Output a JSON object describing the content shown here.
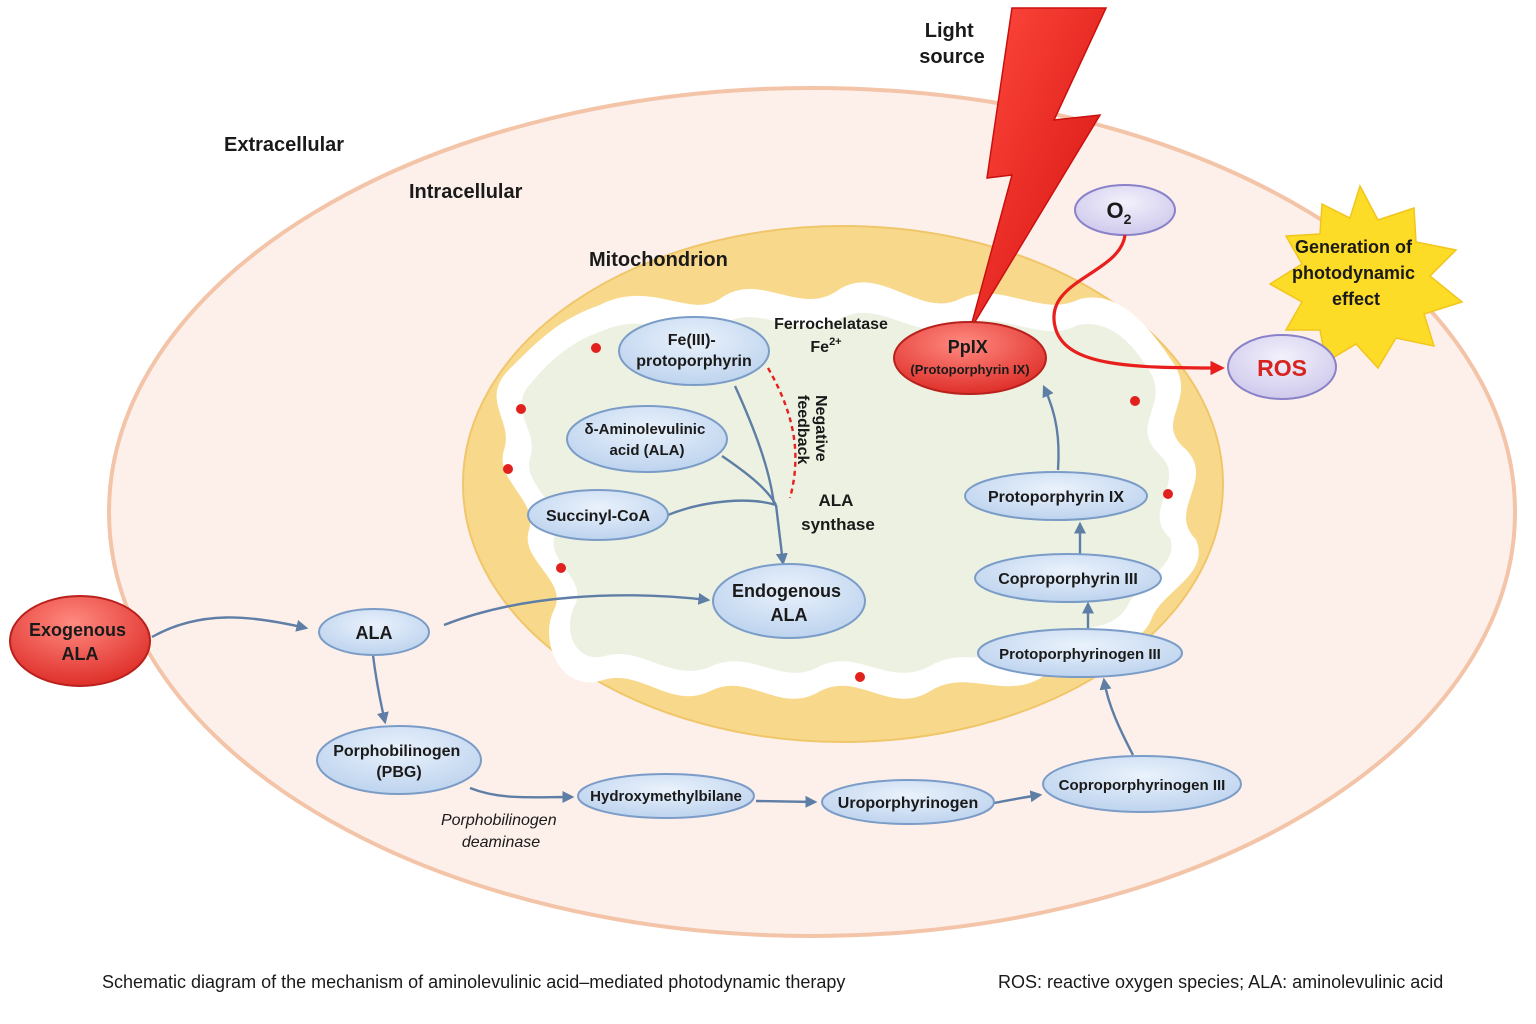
{
  "labels": {
    "extracellular": "Extracellular",
    "intracellular": "Intracellular",
    "mitochondrion": "Mitochondrion",
    "light_source_1": "Light",
    "light_source_2": "source"
  },
  "nodes": {
    "exogenous_ala_1": "Exogenous",
    "exogenous_ala_2": "ALA",
    "ala": "ALA",
    "pbg_1": "Porphobilinogen",
    "pbg_2": "(PBG)",
    "hydroxymethylbilane": "Hydroxymethylbilane",
    "uroporphyrinogen": "Uroporphyrinogen",
    "coproporphyrinogen": "Coproporphyrinogen III",
    "protoporphyrinogen": "Protoporphyrinogen III",
    "coproporphyrin": "Coproporphyrin III",
    "protoporphyrin": "Protoporphyrin IX",
    "ppix_1": "PpIX",
    "ppix_2": "(Protoporphyrin IX)",
    "endogenous_ala_1": "Endogenous",
    "endogenous_ala_2": "ALA",
    "succinyl_coa": "Succinyl-CoA",
    "d_ala_1": "δ-Aminolevulinic",
    "d_ala_2": "acid (ALA)",
    "fe3_1": "Fe(III)-",
    "fe3_2": "protoporphyrin",
    "o2": "O",
    "o2_sub": "2",
    "ros": "ROS",
    "generation_1": "Generation of",
    "generation_2": "photodynamic",
    "generation_3": "effect"
  },
  "annotations": {
    "ferrochelatase": "Ferrochelatase",
    "fe2": "Fe",
    "fe2_sup": "2+",
    "negative_1": "Negative",
    "negative_2": "feedback",
    "ala_synthase_1": "ALA",
    "ala_synthase_2": "synthase",
    "pbg_deaminase_1": "Porphobilinogen",
    "pbg_deaminase_2": "deaminase"
  },
  "captions": {
    "main": "Schematic diagram of the mechanism of aminolevulinic acid–mediated photodynamic therapy",
    "abbreviations": "ROS: reactive oxygen species; ALA: aminolevulinic acid"
  },
  "colors": {
    "cell_fill": "#fdf0ea",
    "cell_stroke": "#f3c4a8",
    "mito_fill": "#f8d98c",
    "matrix_fill": "#ecf1e2",
    "node_fill": "#cfe0f4",
    "node_stroke": "#7b9cc7",
    "red_node": "#e8413c",
    "arrow": "#5f7ea6",
    "lightning": "#e81f1c",
    "starburst": "#fddc28",
    "o2_fill": "#d7d3ef",
    "ros_text": "#d8241f"
  },
  "icons": {
    "light": "lightning-bolt-icon",
    "burst": "starburst-icon"
  }
}
